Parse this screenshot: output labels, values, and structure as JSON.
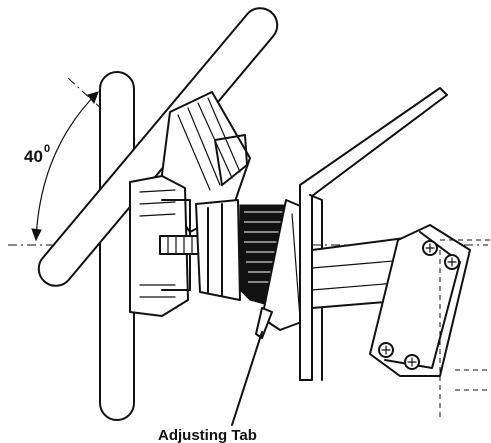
{
  "diagram": {
    "angle_label": {
      "value": "40",
      "degree_mark": "0"
    },
    "callout": {
      "label": "Adjusting Tab"
    }
  }
}
